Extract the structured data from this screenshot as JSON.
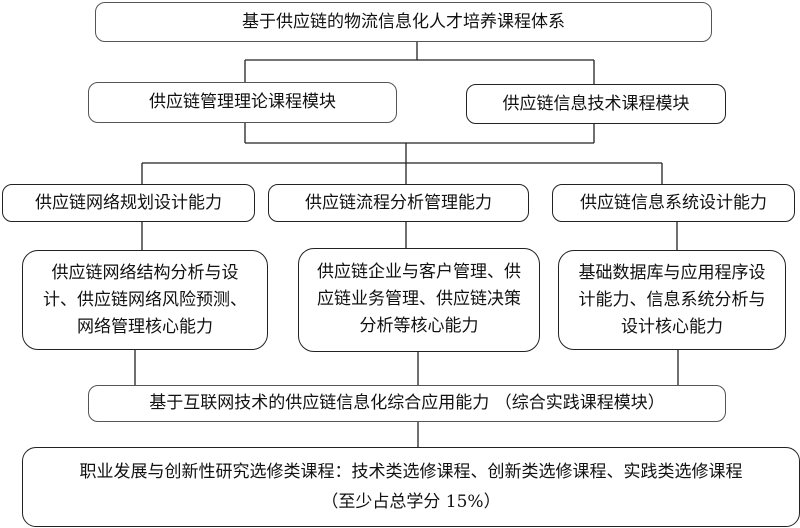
{
  "root": "基于供应链的物流信息化人才培养课程体系",
  "modules": [
    "供应链管理理论课程模块",
    "供应链信息技术课程模块"
  ],
  "abilities": [
    "供应链网络规划设计能力",
    "供应链流程分析管理能力",
    "供应链信息系统设计能力"
  ],
  "core_abilities": [
    "供应链网络结构分析与设计、供应链网络风险预测、网络管理核心能力",
    "供应链企业与客户管理、供应链业务管理、供应链决策分析等核心能力",
    "基础数据库与应用程序设计能力、信息系统分析与设计核心能力"
  ],
  "integrated": "基于互联网技术的供应链信息化综合应用能力 （综合实践课程模块）",
  "electives": {
    "line1": "职业发展与创新性研究选修类课程：技术类选修课程、创新类选修课程、实践类选修课程",
    "line2": "（至少占总学分 15%）"
  }
}
